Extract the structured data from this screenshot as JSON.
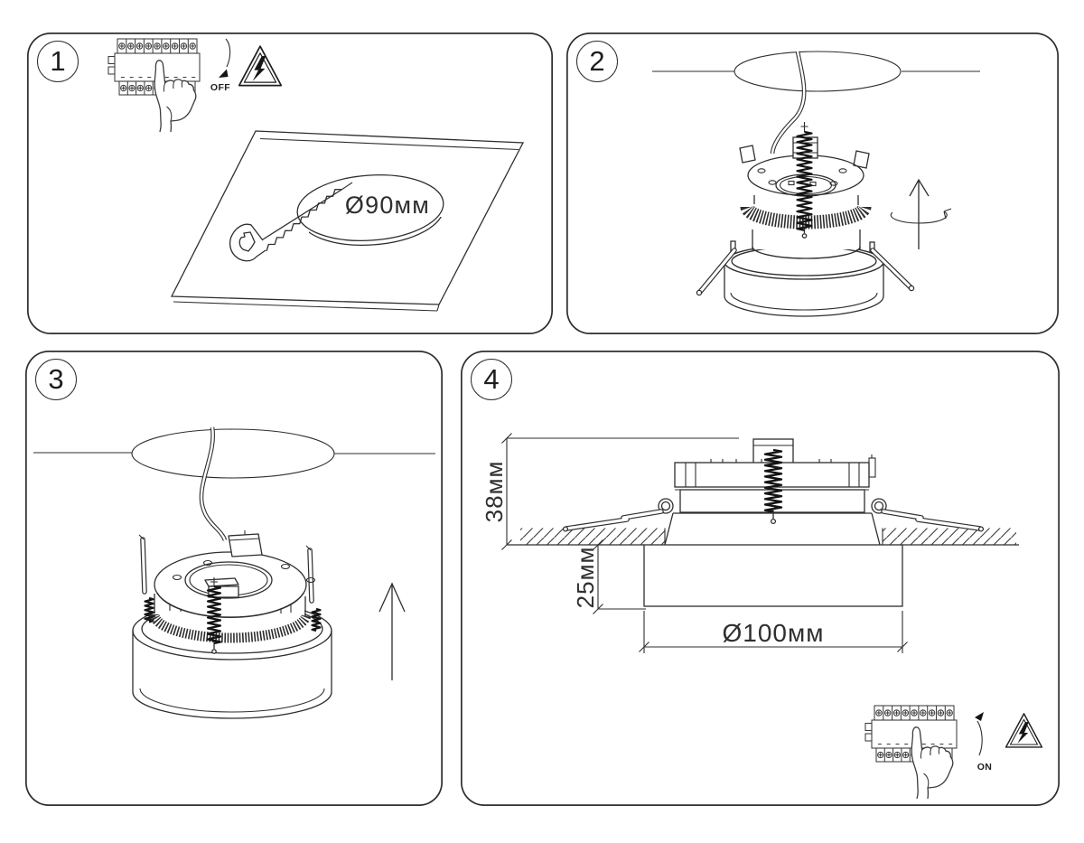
{
  "steps": [
    {
      "number": "1",
      "power_label": "OFF",
      "cutout_diameter_label": "Ø90мм"
    },
    {
      "number": "2"
    },
    {
      "number": "3"
    },
    {
      "number": "4",
      "recess_height_label": "38мм",
      "visible_depth_label": "25мм",
      "trim_diameter_label": "Ø100мм",
      "power_label": "ON"
    }
  ],
  "colors": {
    "ink": "#2e2e2e",
    "background": "#ffffff",
    "spring": "#141414"
  },
  "icons": {
    "warning": "high-voltage-triangle",
    "breaker": "circuit-breaker-row",
    "hand": "pointing-hand",
    "saw": "keyhole-saw",
    "up_arrow": "up-arrow",
    "rotate_arrow": "rotate-arrow"
  }
}
